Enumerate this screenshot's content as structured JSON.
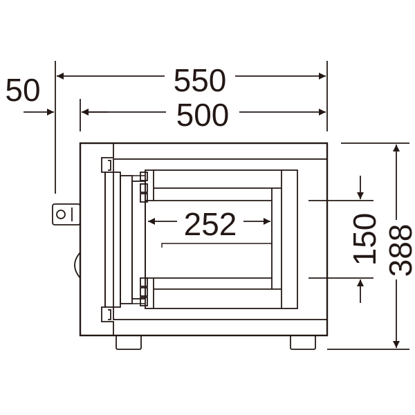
{
  "dimensions": {
    "overall_width": "550",
    "body_width": "500",
    "handle_offset": "50",
    "interior_width": "252",
    "interior_height": "150",
    "overall_height": "388"
  },
  "colors": {
    "line": "#231815",
    "background": "#ffffff"
  }
}
